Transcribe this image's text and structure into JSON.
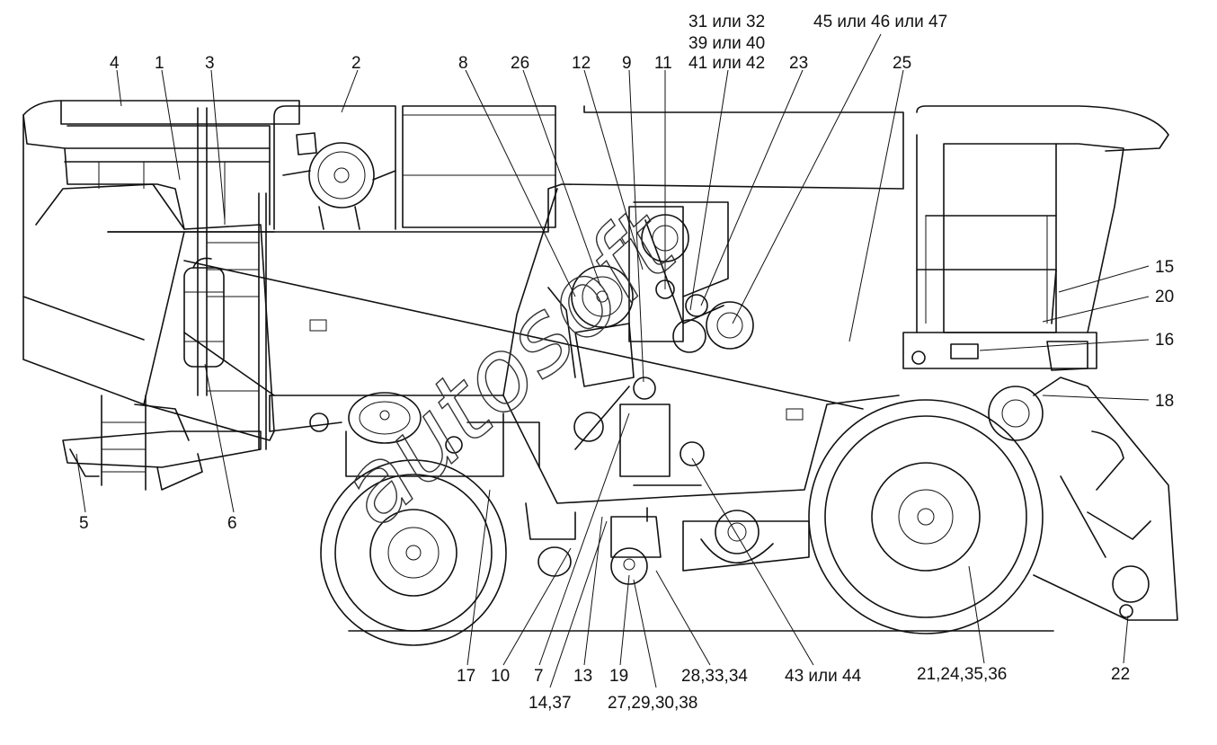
{
  "callouts": {
    "c1": "1",
    "c2": "2",
    "c3": "3",
    "c4": "4",
    "c5": "5",
    "c6": "6",
    "c7": "7",
    "c8": "8",
    "c9": "9",
    "c10": "10",
    "c11": "11",
    "c12": "12",
    "c13": "13",
    "c14": "14,37",
    "c15": "15",
    "c16": "16",
    "c17": "17",
    "c18": "18",
    "c19": "19",
    "c20": "20",
    "c21": "21,24,35,36",
    "c22": "22",
    "c23": "23",
    "c25": "25",
    "c26": "26",
    "c27": "27,29,30,38",
    "c28": "28,33,34",
    "c31a": "31 или 32",
    "c31b": "39 или 40",
    "c31c": "41 или 42",
    "c43": "43 или 44",
    "c45": "45 или 46 или 47"
  },
  "watermark": "autosoft"
}
